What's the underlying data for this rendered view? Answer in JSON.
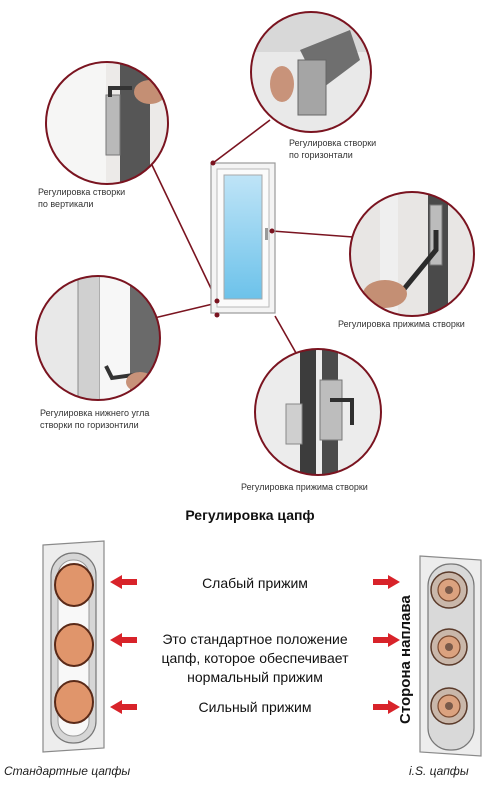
{
  "callouts": {
    "vertical": "Регулировка створки\nпо вертикали",
    "horizontal": "Регулировка створки\nпо горизонтали",
    "clamp_right": "Регулировка прижима створки",
    "lower_corner": "Регулировка нижнего угла\nстворки по горизонтили",
    "clamp_bottom": "Регулировка прижима створки"
  },
  "section_title": "Регулировка цапф",
  "levels": {
    "weak": "Слабый прижим",
    "standard": "Это стандартное положение\nцапф, которое обеспечивает\nнормальный прижим",
    "strong": "Сильный прижим"
  },
  "vertical_label": "Сторона наплава",
  "footer": {
    "left": "Стандартные цапфы",
    "right": "i.S. цапфы"
  },
  "colors": {
    "accent_red": "#d8232a",
    "leader_line": "#7a1420",
    "cam_orange": "#e0956b",
    "cam_outline": "#5a2a18"
  }
}
